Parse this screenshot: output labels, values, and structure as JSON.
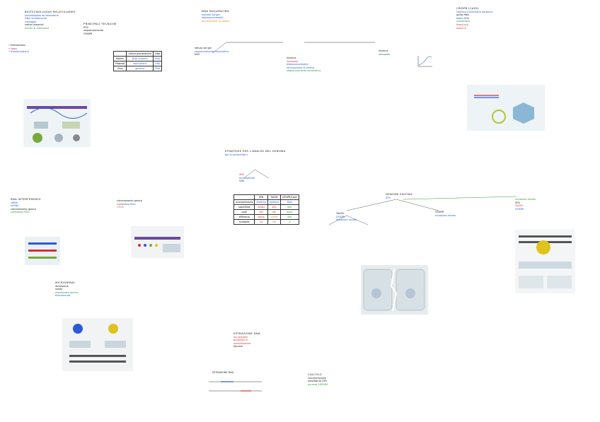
{
  "canvas": {
    "title": ""
  },
  "clusters": {
    "top_left": {
      "title": "BIOTECNOLOGÍAS MOLECULARES",
      "subtitle": "metodologías de laboratorio",
      "lines": [
        "DNA ricombinante",
        "clonaggio",
        "vettori plasmidi",
        "enzimi di restrizione",
        "• Elettroforesi",
        "• ligasi",
        "• trasformazione"
      ],
      "small_title": "PRINCIPALI TECNICHE",
      "small_lines": [
        "PCR",
        "sequenziamento",
        "CRISPR"
      ]
    },
    "top_center": {
      "title": "DNA SEQUENCING",
      "lines": [
        "metodo Sanger",
        "dideossinucleotidi",
        "terminazione di catena",
        "lettura del gel",
        "sequenziamento automatico",
        "NGS",
        "Illumina",
        "nanopore"
      ]
    },
    "top_right": {
      "title": "CRISPR (CAS9)",
      "lines": [
        "sistema immunitario batterico",
        "guida RNA",
        "taglio DNA",
        "riparazione",
        "knock-out",
        "knock-in"
      ]
    },
    "middle": {
      "title": "STRATEGIE PER L'ANALISI DEL GENOMA",
      "lines": [
        "tipi di polimorfismi",
        "SNP",
        "microsatelliti",
        "CNV"
      ]
    },
    "middle_right": {
      "title": "GENOME EDITING",
      "lines": [
        "ZFN",
        "TALEN",
        "CRISPR",
        "mutazioni mirate"
      ]
    },
    "left_mid": {
      "title": "RNA INTERFERENCE",
      "lines": [
        "siRNA",
        "miRNA",
        "silenziamento genico",
        "complesso RISC"
      ]
    },
    "bottom_left": {
      "title": "MICROARRAY",
      "lines": [
        "ibridazione",
        "sonde",
        "espressione genica",
        "fluorescenza"
      ]
    },
    "bottom_center": {
      "title": "ESTRAZIONE DNA",
      "lines": [
        "lisi cellulare",
        "proteinasi K",
        "precipitazione",
        "etanolo"
      ]
    },
    "bottom_right": {
      "title": "CALCOLO",
      "lines": [
        "concentrazione",
        "assorbanza 260",
        "purezza 260/280"
      ]
    }
  },
  "tables": {
    "top": {
      "headers": [
        "",
        "Cellule procariotiche",
        "DNA"
      ],
      "rows": [
        [
          "Batteri",
          "DNA circolare",
          "RNA"
        ],
        [
          "Plasmidi",
          "replicazione",
          "DNA"
        ],
        [
          "Virus",
          "genoma",
          "RNA"
        ]
      ]
    },
    "middle": {
      "headers": [
        "",
        "ZFN",
        "TALEN",
        "CRISPR/Cas9"
      ],
      "rows": [
        [
          "riconoscimento",
          "proteina",
          "proteina",
          "RNA"
        ],
        [
          "specificità",
          "media",
          "alta",
          "alta"
        ],
        [
          "costi",
          "alti",
          "alti",
          "bassi"
        ],
        [
          "efficienza",
          "bassa",
          "media",
          "alta"
        ],
        [
          "multiplex",
          "no",
          "no",
          "sì"
        ]
      ]
    }
  },
  "images": [
    "diagram-dna-cloning",
    "diagram-crispr",
    "diagram-sequencing",
    "diagram-cell",
    "diagram-microarray",
    "diagram-editing"
  ]
}
